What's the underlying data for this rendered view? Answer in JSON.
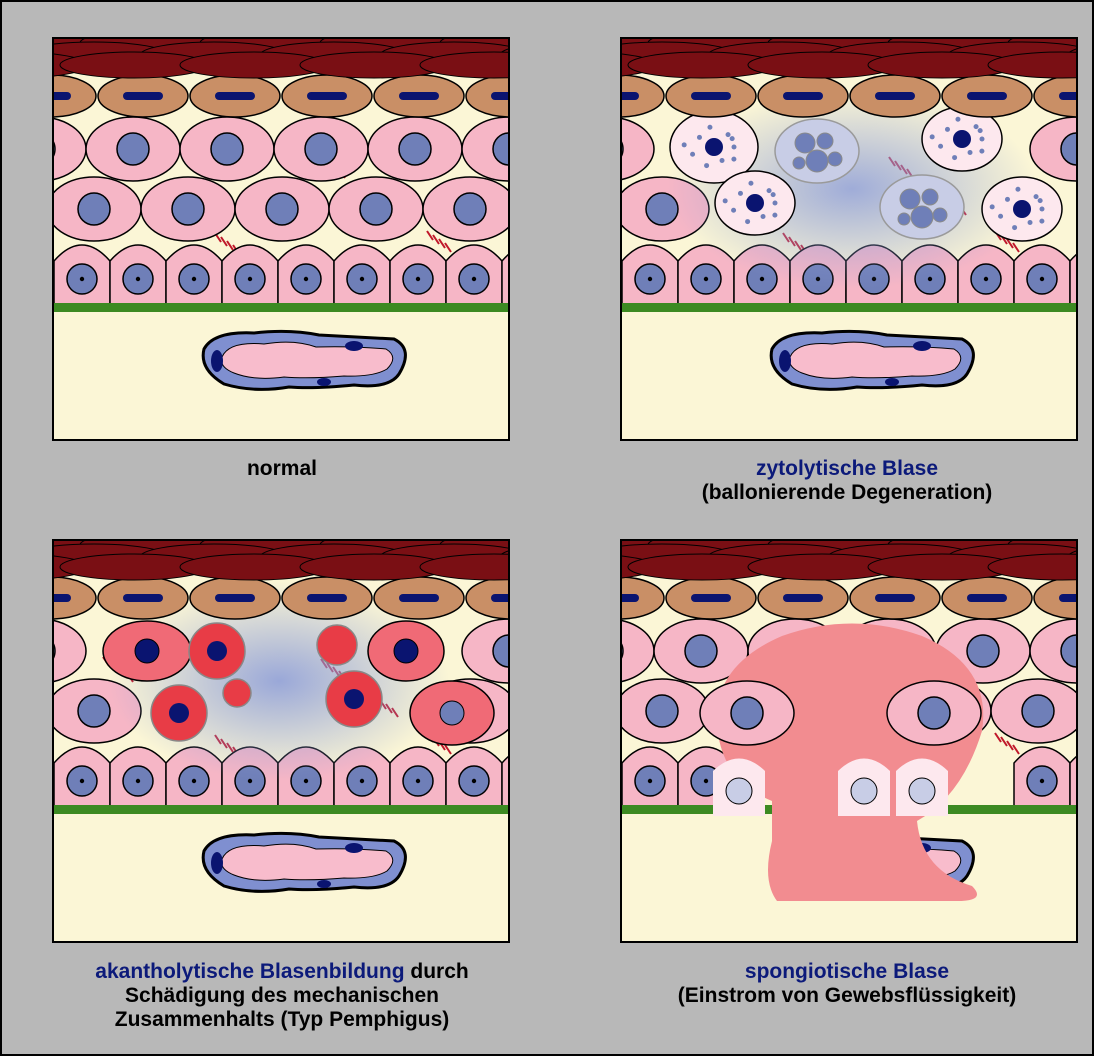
{
  "panels": [
    {
      "id": "normal",
      "variant": "normal",
      "caption": {
        "title": "normal",
        "line2": "",
        "line3": ""
      }
    },
    {
      "id": "zytolytisch",
      "variant": "cytolytic",
      "caption": {
        "title": "zytolytische Blase",
        "line2": "(ballonierende Degeneration)",
        "line3": ""
      }
    },
    {
      "id": "akantholytisch",
      "variant": "acantholytic",
      "caption": {
        "title": "akantholytische Blasenbildung",
        "title_suffix": " durch",
        "line2": "Schädigung des mechanischen",
        "line3": "Zusammenhalts (Typ Pemphigus)"
      }
    },
    {
      "id": "spongiotisch",
      "variant": "spongiotic",
      "caption": {
        "title": "spongiotische Blase",
        "line2": "(Einstrom von Gewebsflüssigkeit)",
        "line3": ""
      }
    }
  ],
  "colors": {
    "background": "#b8b8b8",
    "dermis": "#fbf6d6",
    "horny_layer": "#7a0f14",
    "granular_cell": "#c98f66",
    "spinous_cell": "#f6b6c6",
    "nucleus": "#6f7fb8",
    "dark_nucleus": "#0a1470",
    "basement_membrane": "#3c8a22",
    "vessel_wall": "#7f8fd0",
    "vessel_lumen": "#f8bccc",
    "blister_blue": "#8f9fd8",
    "acantholytic_cell": "#e83c46",
    "spongiotic_fluid": "#f28c90",
    "caption_highlight": "#0c1a7a"
  }
}
